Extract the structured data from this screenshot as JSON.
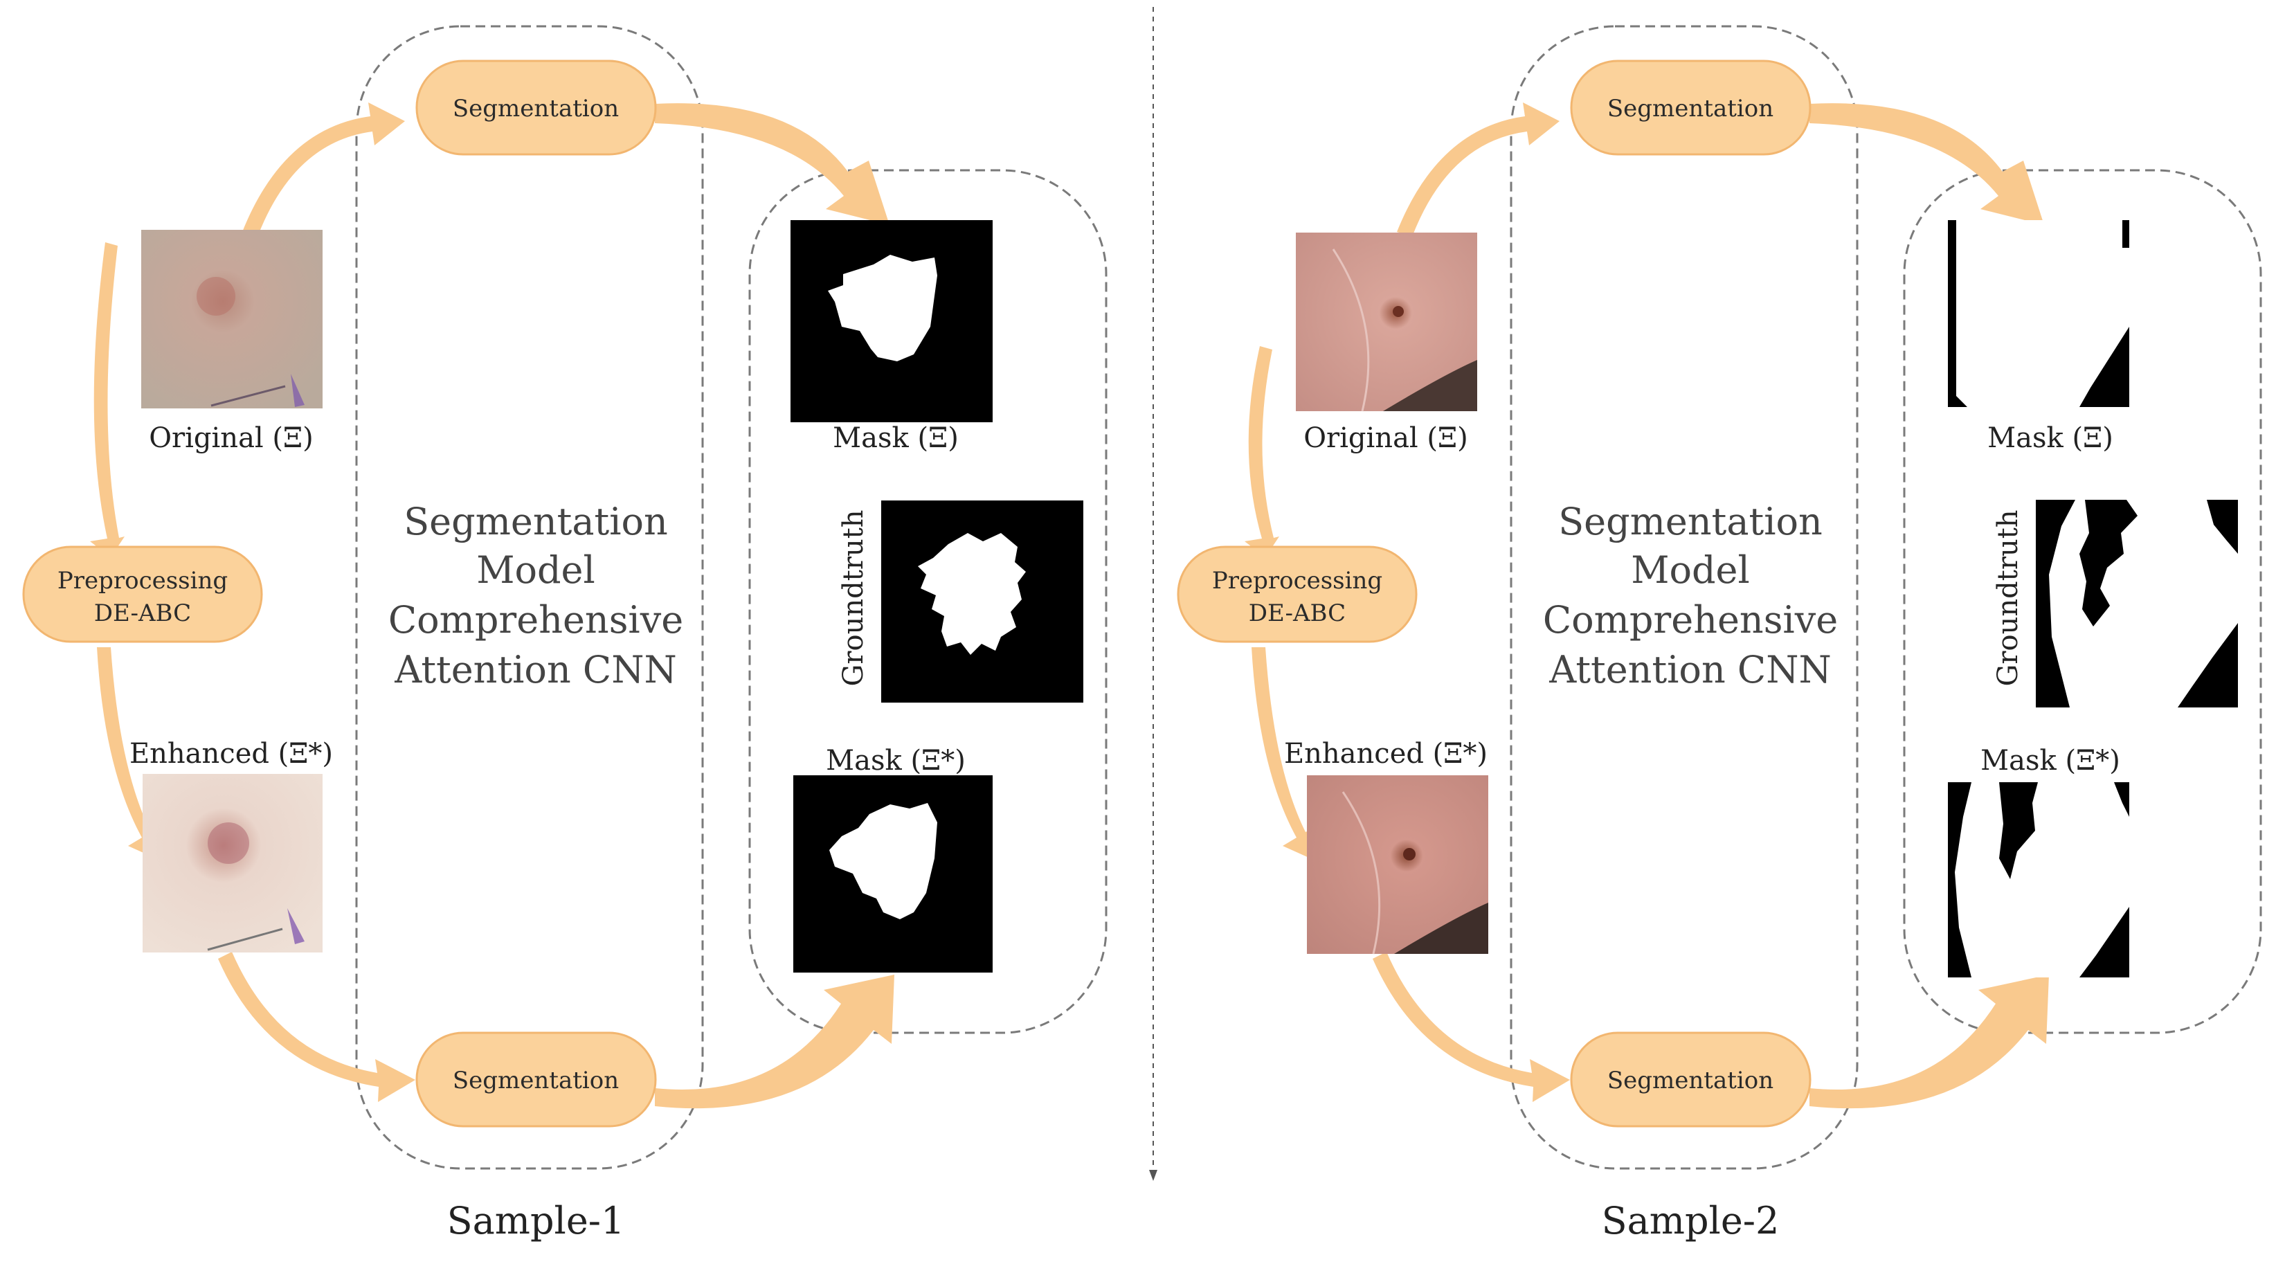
{
  "colors": {
    "accent_fill": "#fbd29b",
    "accent_stroke": "#f2b670",
    "arrow": "#f9c98e",
    "dashed_border": "#7a7a7a",
    "mask_black": "#000000",
    "mask_white": "#ffffff"
  },
  "samples": [
    {
      "sample_label": "Sample-1",
      "segmentation_top": "Segmentation",
      "segmentation_bottom": "Segmentation",
      "preprocessing_line1": "Preprocessing",
      "preprocessing_line2": "DE-ABC",
      "original_label": "Original (Ξ)",
      "enhanced_label": "Enhanced (Ξ*)",
      "model_line1": "Segmentation",
      "model_line2": "Model",
      "model_line3": "Comprehensive",
      "model_line4": "Attention CNN",
      "mask_label": "Mask (Ξ)",
      "groundtruth_label": "Groundtruth",
      "mask_enhanced_label": "Mask (Ξ*)",
      "original_icon": "dermoscopy-photo",
      "enhanced_icon": "dermoscopy-photo-enhanced"
    },
    {
      "sample_label": "Sample-2",
      "segmentation_top": "Segmentation",
      "segmentation_bottom": "Segmentation",
      "preprocessing_line1": "Preprocessing",
      "preprocessing_line2": "DE-ABC",
      "original_label": "Original (Ξ)",
      "enhanced_label": "Enhanced (Ξ*)",
      "model_line1": "Segmentation",
      "model_line2": "Model",
      "model_line3": "Comprehensive",
      "model_line4": "Attention CNN",
      "mask_label": "Mask (Ξ)",
      "groundtruth_label": "Groundtruth",
      "mask_enhanced_label": "Mask (Ξ*)",
      "original_icon": "dermoscopy-photo",
      "enhanced_icon": "dermoscopy-photo-enhanced"
    }
  ]
}
